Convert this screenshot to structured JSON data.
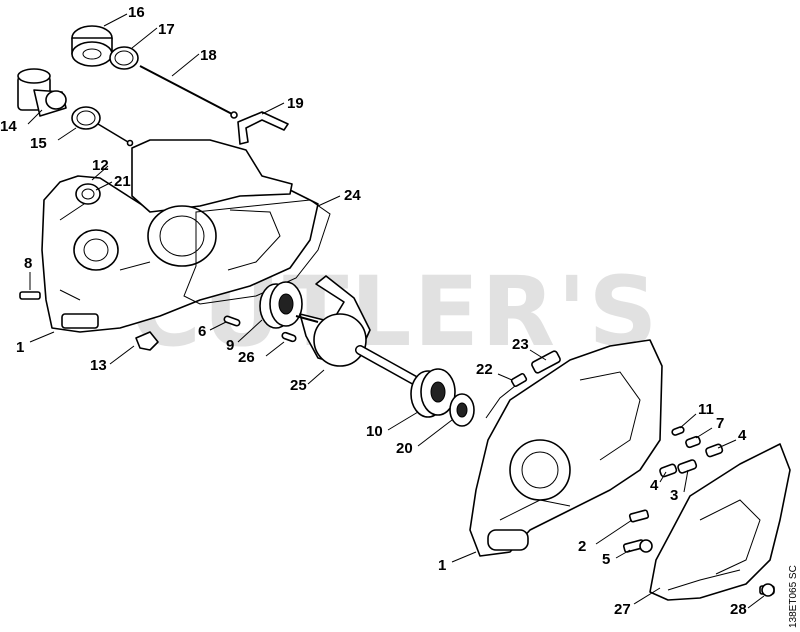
{
  "watermark": "CUTLER'S",
  "drawing_code": "138ET065 SC",
  "callouts": [
    {
      "id": "c16",
      "label": "16"
    },
    {
      "id": "c17",
      "label": "17"
    },
    {
      "id": "c18",
      "label": "18"
    },
    {
      "id": "c14",
      "label": "14"
    },
    {
      "id": "c15",
      "label": "15"
    },
    {
      "id": "c19",
      "label": "19"
    },
    {
      "id": "c12",
      "label": "12"
    },
    {
      "id": "c21",
      "label": "21"
    },
    {
      "id": "c24",
      "label": "24"
    },
    {
      "id": "c8",
      "label": "8"
    },
    {
      "id": "c1a",
      "label": "1"
    },
    {
      "id": "c6",
      "label": "6"
    },
    {
      "id": "c9",
      "label": "9"
    },
    {
      "id": "c26",
      "label": "26"
    },
    {
      "id": "c13",
      "label": "13"
    },
    {
      "id": "c25",
      "label": "25"
    },
    {
      "id": "c23",
      "label": "23"
    },
    {
      "id": "c22",
      "label": "22"
    },
    {
      "id": "c10",
      "label": "10"
    },
    {
      "id": "c20",
      "label": "20"
    },
    {
      "id": "c11",
      "label": "11"
    },
    {
      "id": "c7",
      "label": "7"
    },
    {
      "id": "c4a",
      "label": "4"
    },
    {
      "id": "c4b",
      "label": "4"
    },
    {
      "id": "c3",
      "label": "3"
    },
    {
      "id": "c2",
      "label": "2"
    },
    {
      "id": "c1b",
      "label": "1"
    },
    {
      "id": "c5",
      "label": "5"
    },
    {
      "id": "c27",
      "label": "27"
    },
    {
      "id": "c28",
      "label": "28"
    }
  ]
}
